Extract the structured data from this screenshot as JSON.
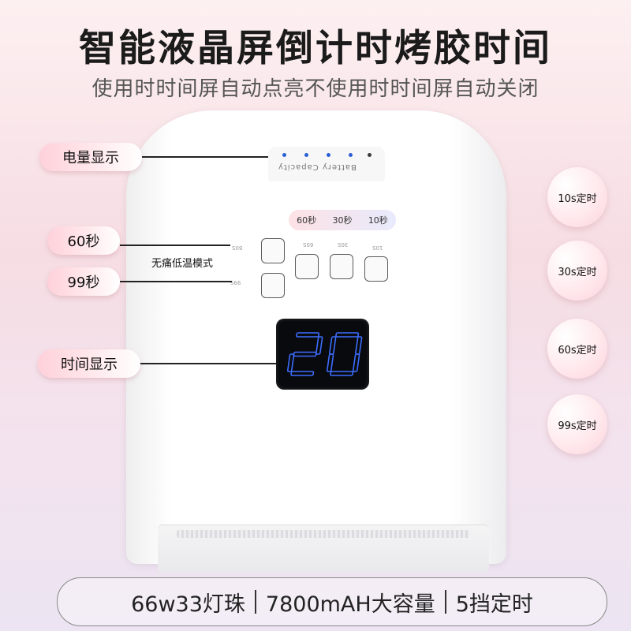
{
  "headline": "智能液晶屏倒计时烤胶时间",
  "subline": "使用时时间屏自动点亮不使用时时间屏自动关闭",
  "callouts": {
    "battery": "电量显示",
    "sec60": "60秒",
    "sec99": "99秒",
    "time": "时间显示"
  },
  "device": {
    "battery_caption": "Battery Capacity",
    "timer_labels": [
      "60秒",
      "30秒",
      "10秒"
    ],
    "button_tiny": [
      "60S",
      "30S",
      "10S",
      "60S",
      "99S"
    ],
    "mode_label": "无痛低温模式",
    "display_value": "20",
    "display_color": "#3d6dff"
  },
  "badges": [
    "10s定时",
    "30s定时",
    "60s定时",
    "99s定时"
  ],
  "footer": {
    "item1": "66w33灯珠",
    "item2": "7800mAH大容量",
    "item3": "5挡定时"
  }
}
